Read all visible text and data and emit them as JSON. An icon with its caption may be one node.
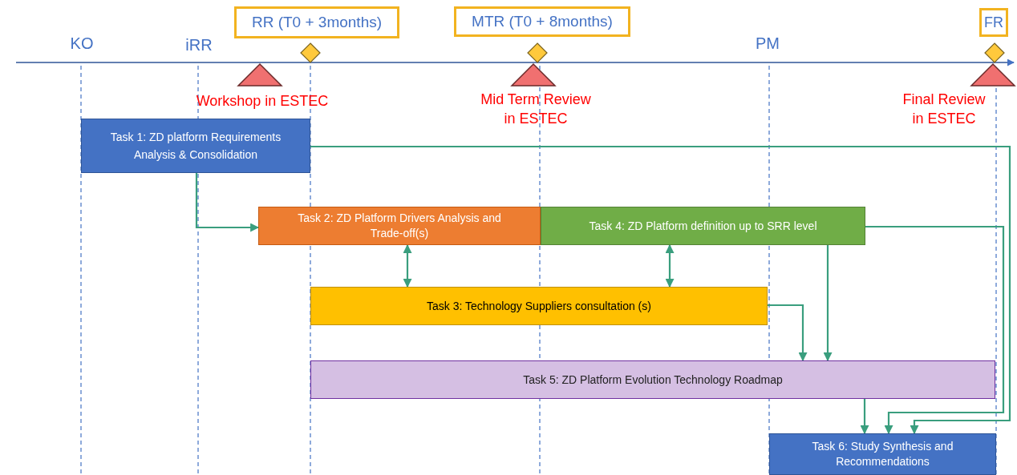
{
  "diagram": {
    "nodes": [
      {
        "text": [
          "RR (T0 + 3months)"
        ]
      },
      {
        "text": [
          "MTR (T0 + 8months)"
        ]
      },
      {
        "text": [
          "FR"
        ]
      },
      {
        "text": [
          "Task 1: ZD platform Requirements Analysis & Consolidation"
        ]
      },
      {
        "text": [
          "Task 2: ZD Platform Drivers Analysis and Trade-off(s)"
        ]
      },
      {
        "text": [
          "Task 4: ZD Platform definition up to SRR level"
        ]
      },
      {
        "text": [
          "Task 3: Technology Suppliers consultation (s)"
        ]
      },
      {
        "text": [
          "Task 5: ZD Platform  Evolution Technology Roadmap"
        ]
      },
      {
        "text": [
          "Task 6: Study Synthesis and Recommendations"
        ]
      }
    ],
    "edges": [
      {
        "from": 3,
        "to": 4,
        "arrow": "to"
      },
      {
        "from": 3,
        "to": 8,
        "arrow": "to"
      },
      {
        "from": 4,
        "to": 6,
        "arrow": "both"
      },
      {
        "from": 5,
        "to": 6,
        "arrow": "both"
      },
      {
        "from": 6,
        "to": 7,
        "arrow": "to"
      },
      {
        "from": 5,
        "to": 7,
        "arrow": "to"
      },
      {
        "from": 5,
        "to": 8,
        "arrow": "to"
      },
      {
        "from": 7,
        "to": 8,
        "arrow": "to"
      }
    ],
    "labels": [
      "KO",
      "iRR",
      "PM",
      "Workshop in ESTEC",
      "Mid Term Review in ESTEC",
      "Final Review in ESTEC"
    ]
  }
}
